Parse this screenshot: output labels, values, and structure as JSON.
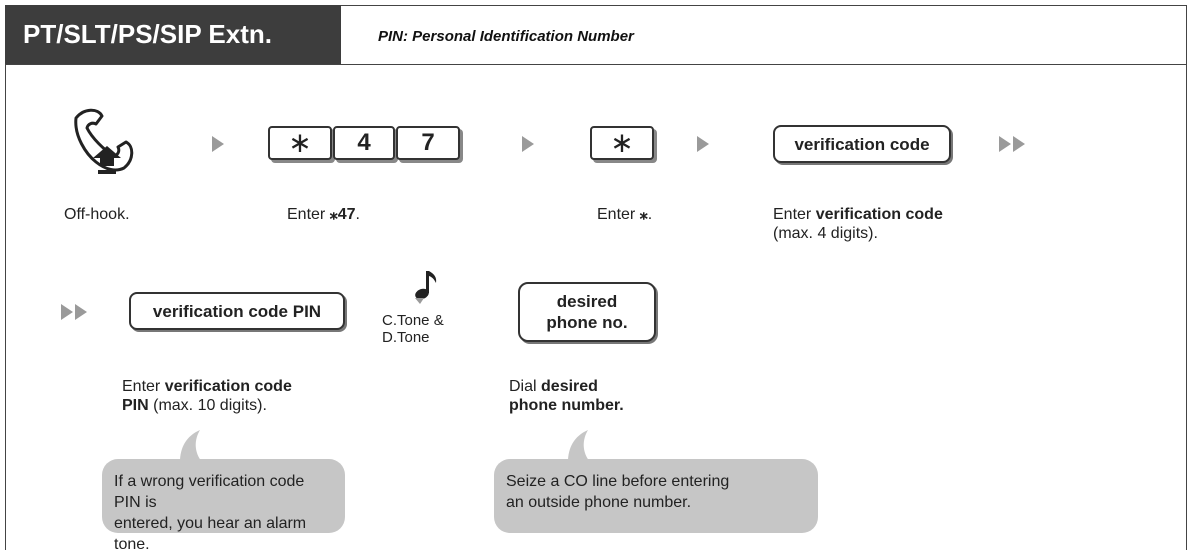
{
  "header": {
    "badge": "PT/SLT/PS/SIP Extn.",
    "subtitle": "PIN: Personal Identification Number"
  },
  "row1": {
    "offhook_caption": "Off-hook.",
    "keys": [
      "∗",
      "4",
      "7"
    ],
    "enter_star47_prefix": "Enter ",
    "enter_star47_value": "⁎47",
    "enter_star47_suffix": ".",
    "star_key": "∗",
    "enter_star_prefix": "Enter ",
    "enter_star_value": "⁎",
    "enter_star_suffix": ".",
    "verification_code_label": "verification code",
    "verification_caption_prefix": "Enter ",
    "verification_caption_bold": "verification code",
    "verification_caption_rest": "(max. 4 digits)."
  },
  "row2": {
    "pin_label": "verification code PIN",
    "tone_line1": "C.Tone &",
    "tone_line2": "D.Tone",
    "phone_line1": "desired",
    "phone_line2": "phone no.",
    "pin_caption_prefix": "Enter ",
    "pin_caption_bold1": "verification code",
    "pin_caption_bold2": "PIN",
    "pin_caption_rest": " (max. 10 digits).",
    "dial_caption_prefix": "Dial ",
    "dial_caption_bold1": "desired",
    "dial_caption_bold2": "phone number."
  },
  "notes": {
    "pin_note_line1": "If a wrong verification code PIN is",
    "pin_note_line2": "entered, you hear an alarm tone.",
    "co_note_line1": "Seize a CO line before entering",
    "co_note_line2": "an outside phone number."
  },
  "icons": {
    "handset": "offhook-handset-icon",
    "note": "music-note-icon",
    "arrow": "step-arrow-icon",
    "double_arrow": "continue-arrow-icon"
  },
  "colors": {
    "badge_bg": "#3d3d3d",
    "arrow": "#9a9a9a",
    "bubble": "#c6c6c6"
  }
}
